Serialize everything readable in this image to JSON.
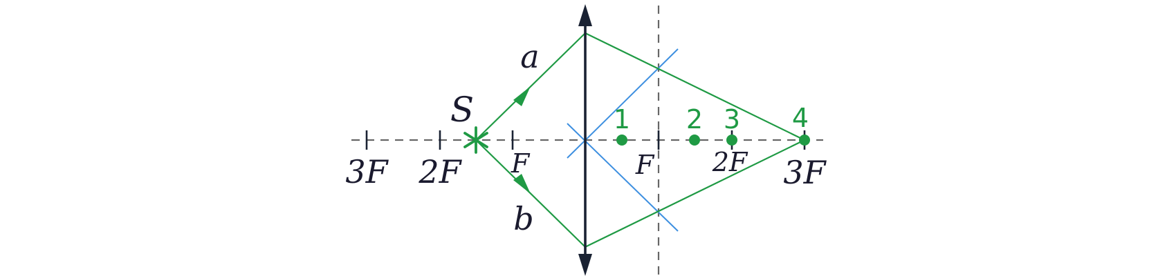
{
  "colors": {
    "ray": "#1f9a44",
    "construction": "#3d8fe0",
    "lens": "#1a2233",
    "axis": "#666666",
    "text": "#1a1a2e"
  },
  "source": {
    "label": "S"
  },
  "rays": {
    "top_label": "a",
    "bottom_label": "b"
  },
  "axis_labels": {
    "left_3f": "3F",
    "left_2f": "2F",
    "left_f": "F",
    "right_f": "F",
    "right_2f": "2F",
    "right_3f": "3F"
  },
  "points": [
    {
      "label": "1"
    },
    {
      "label": "2"
    },
    {
      "label": "3"
    },
    {
      "label": "4"
    }
  ]
}
